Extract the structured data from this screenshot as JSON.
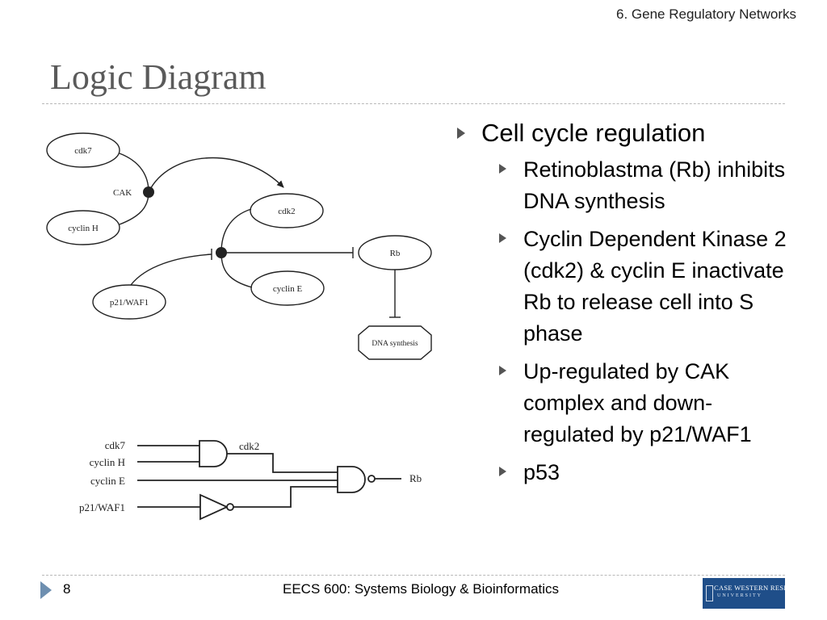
{
  "header": {
    "section": "6. Gene Regulatory Networks",
    "title": "Logic Diagram"
  },
  "network": {
    "nodes": {
      "cdk7": "cdk7",
      "cyclin_h": "cyclin H",
      "cak": "CAK",
      "cdk2": "cdk2",
      "cyclin_e": "cyclin E",
      "p21": "p21/WAF1",
      "rb": "Rb",
      "dna": "DNA synthesis"
    }
  },
  "circuit": {
    "inputs": {
      "cdk7": "cdk7",
      "cyclin_h": "cyclin H",
      "cyclin_e": "cyclin E",
      "p21": "p21/WAF1"
    },
    "cdk2_label": "cdk2",
    "output": "Rb"
  },
  "bullets": {
    "main": "Cell cycle regulation",
    "sub": [
      "Retinoblastma (Rb) inhibits DNA synthesis",
      "Cyclin Dependent Kinase 2 (cdk2) & cyclin E inactivate Rb to release cell into S phase",
      "Up-regulated by CAK complex and down-regulated by p21/WAF1",
      "p53"
    ]
  },
  "footer": {
    "page": "8",
    "course": "EECS 600: Systems Biology & Bioinformatics",
    "logo_line1": "CASE WESTERN RESERVE",
    "logo_line2": "UNIVERSITY"
  },
  "colors": {
    "title": "#5a5a5a",
    "footer_arrow": "#6e8fb0",
    "logo_bg": "#1f4e89"
  }
}
